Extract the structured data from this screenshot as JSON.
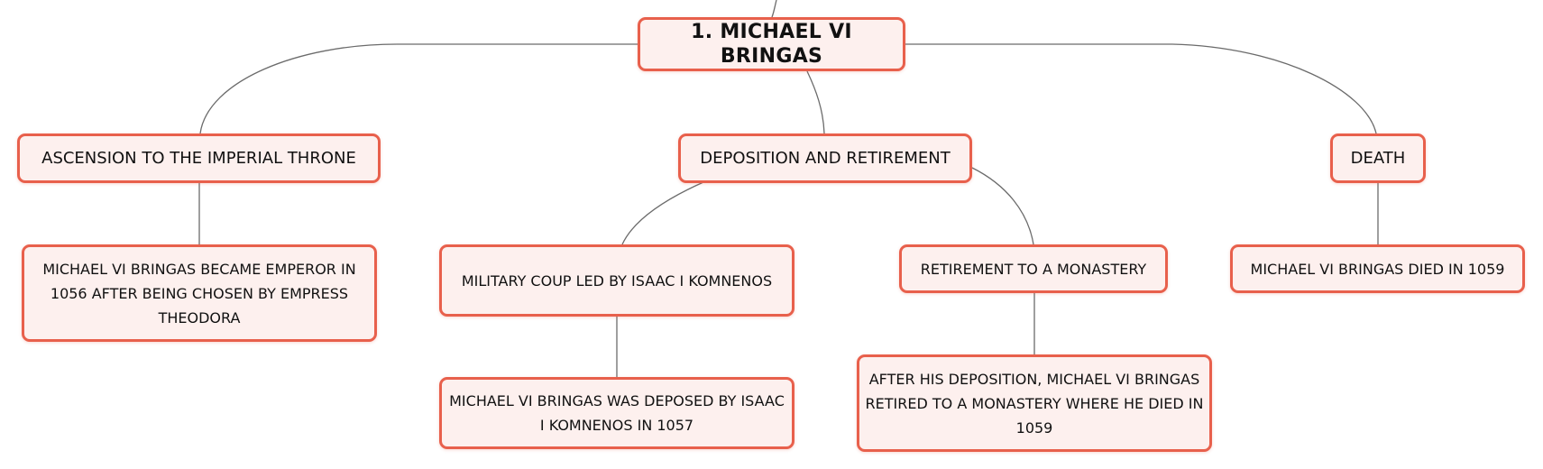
{
  "diagram": {
    "type": "mind-map",
    "colors": {
      "node_border": "#e8604c",
      "node_fill": "#fdf0ee",
      "connector": "#6b6b6b",
      "text": "#111111"
    },
    "root": {
      "label": "1. MICHAEL VI BRINGAS"
    },
    "branches": {
      "ascension": {
        "label": "ASCENSION TO THE IMPERIAL THRONE",
        "detail": "MICHAEL VI BRINGAS BECAME EMPEROR IN 1056 AFTER BEING CHOSEN BY EMPRESS THEODORA"
      },
      "deposition": {
        "label": "DEPOSITION AND RETIREMENT",
        "coup": {
          "label": "MILITARY COUP LED BY ISAAC I KOMNENOS",
          "detail": "MICHAEL VI BRINGAS WAS DEPOSED BY ISAAC I KOMNENOS IN 1057"
        },
        "retirement": {
          "label": "RETIREMENT TO A MONASTERY",
          "detail": "AFTER HIS DEPOSITION, MICHAEL VI BRINGAS RETIRED TO A MONASTERY WHERE HE DIED IN 1059"
        }
      },
      "death": {
        "label": "DEATH",
        "detail": "MICHAEL VI BRINGAS DIED IN 1059"
      }
    },
    "edges": [
      [
        "root",
        "ascension"
      ],
      [
        "root",
        "deposition"
      ],
      [
        "root",
        "death"
      ],
      [
        "ascension",
        "ascension-detail"
      ],
      [
        "deposition",
        "coup"
      ],
      [
        "deposition",
        "retirement"
      ],
      [
        "coup",
        "coup-detail"
      ],
      [
        "retirement",
        "retirement-detail"
      ],
      [
        "death",
        "death-detail"
      ]
    ]
  }
}
